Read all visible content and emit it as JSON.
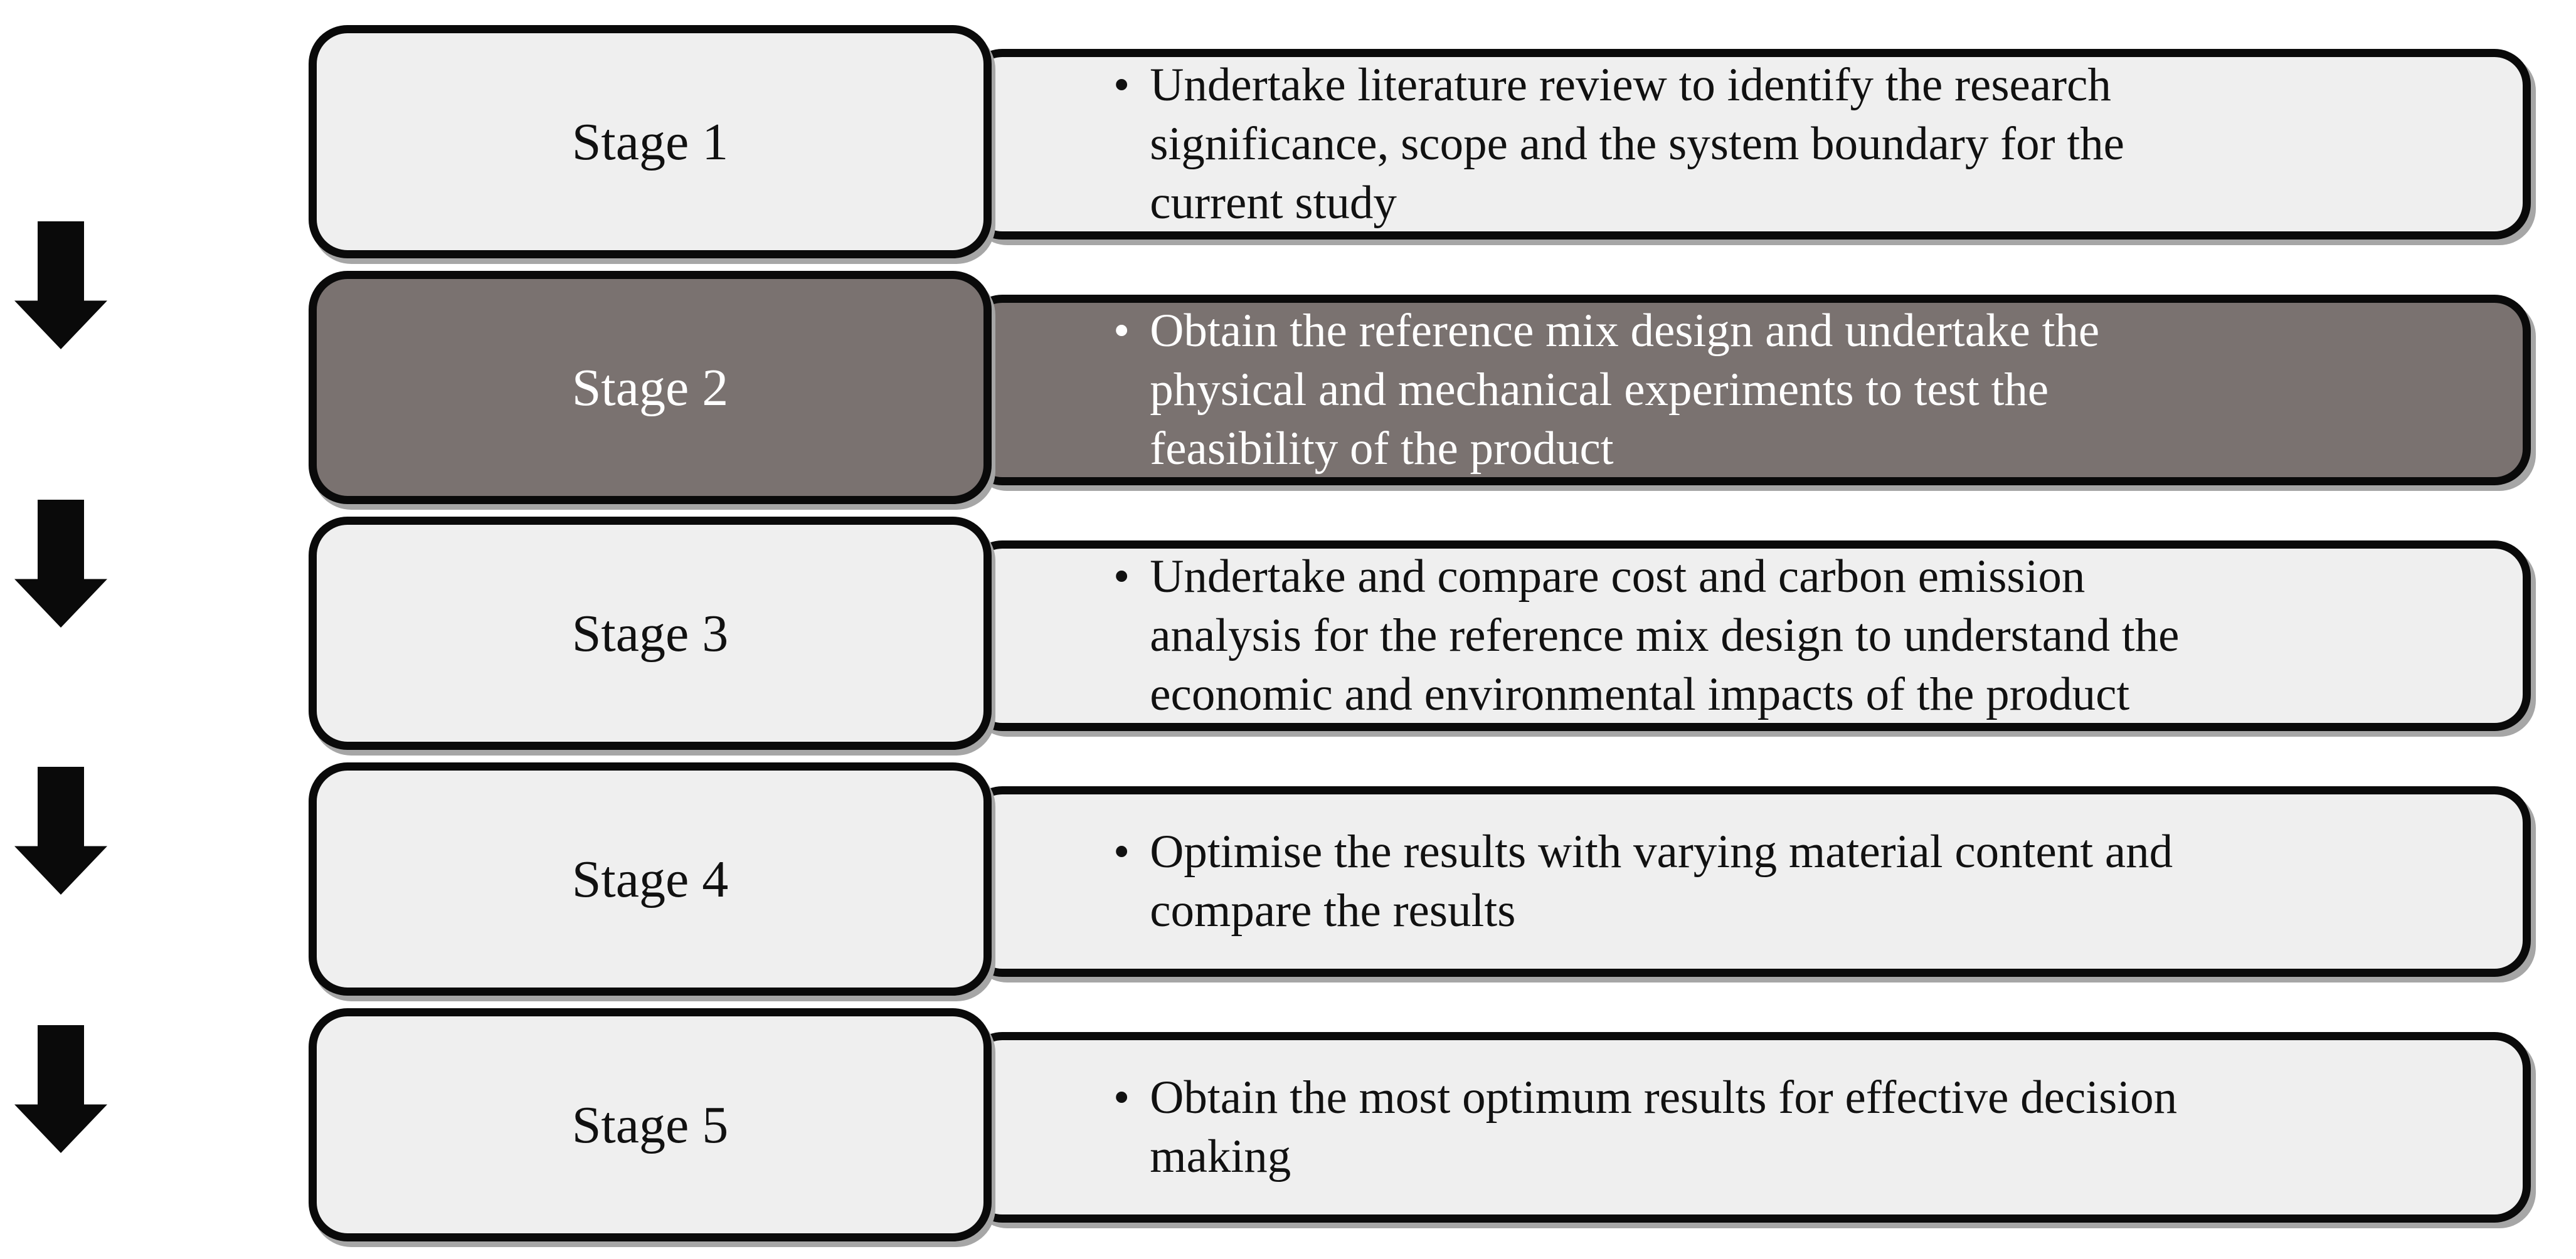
{
  "figure": {
    "type": "staged-process-flow-diagram",
    "bullet_glyph": "•",
    "arrow_count": 4,
    "stages": [
      {
        "label": "Stage 1",
        "highlighted": false,
        "description_lines": [
          "Undertake literature review to identify the research",
          "significance, scope and the system boundary for the",
          "current study"
        ]
      },
      {
        "label": "Stage 2",
        "highlighted": true,
        "description_lines": [
          "Obtain the reference mix design and undertake the",
          "physical and mechanical experiments to test the",
          "feasibility of the product"
        ]
      },
      {
        "label": "Stage 3",
        "highlighted": false,
        "description_lines": [
          "Undertake and compare cost and carbon emission",
          "analysis for the reference mix design to understand the",
          "economic and environmental impacts of the product"
        ]
      },
      {
        "label": "Stage 4",
        "highlighted": false,
        "description_lines": [
          "Optimise the results with varying material content and",
          "compare the results"
        ]
      },
      {
        "label": "Stage 5",
        "highlighted": false,
        "description_lines": [
          "Obtain the most optimum results for effective decision",
          "making"
        ]
      }
    ],
    "colors": {
      "background": "#ffffff",
      "box_fill_light": "#efefef",
      "box_fill_dark": "#7a7270",
      "box_border": "#0a0a0a",
      "text_dark": "#111111",
      "text_light": "#ffffff",
      "arrow": "#0a0a0a",
      "shadow": "#a6a6a6"
    }
  }
}
